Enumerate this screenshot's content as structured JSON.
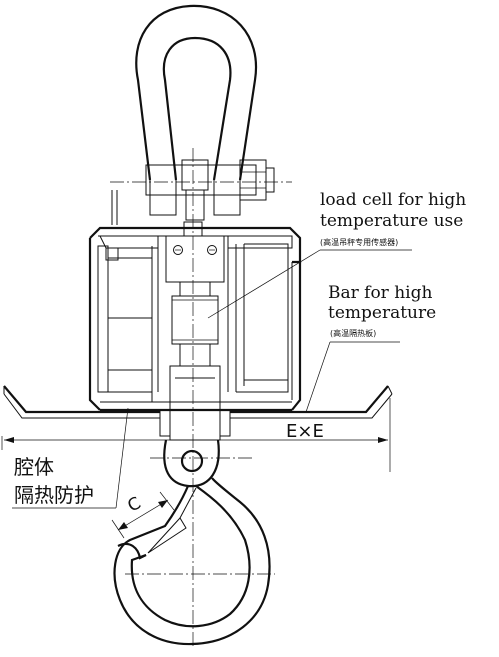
{
  "labels": {
    "load_cell_line1": "load cell for high",
    "load_cell_line2": "temperature use",
    "load_cell_cn": "(高温吊秤专用传感器)",
    "bar_line1": "Bar for high",
    "bar_line2": "temperature",
    "bar_cn": "(高温隔热板)",
    "dimension": "E×E",
    "cavity_line1": "腔体",
    "cavity_line2": "隔热防护",
    "clearance": "C"
  },
  "colors": {
    "ink": "#111111",
    "background": "#ffffff",
    "hatch": "#333333"
  }
}
